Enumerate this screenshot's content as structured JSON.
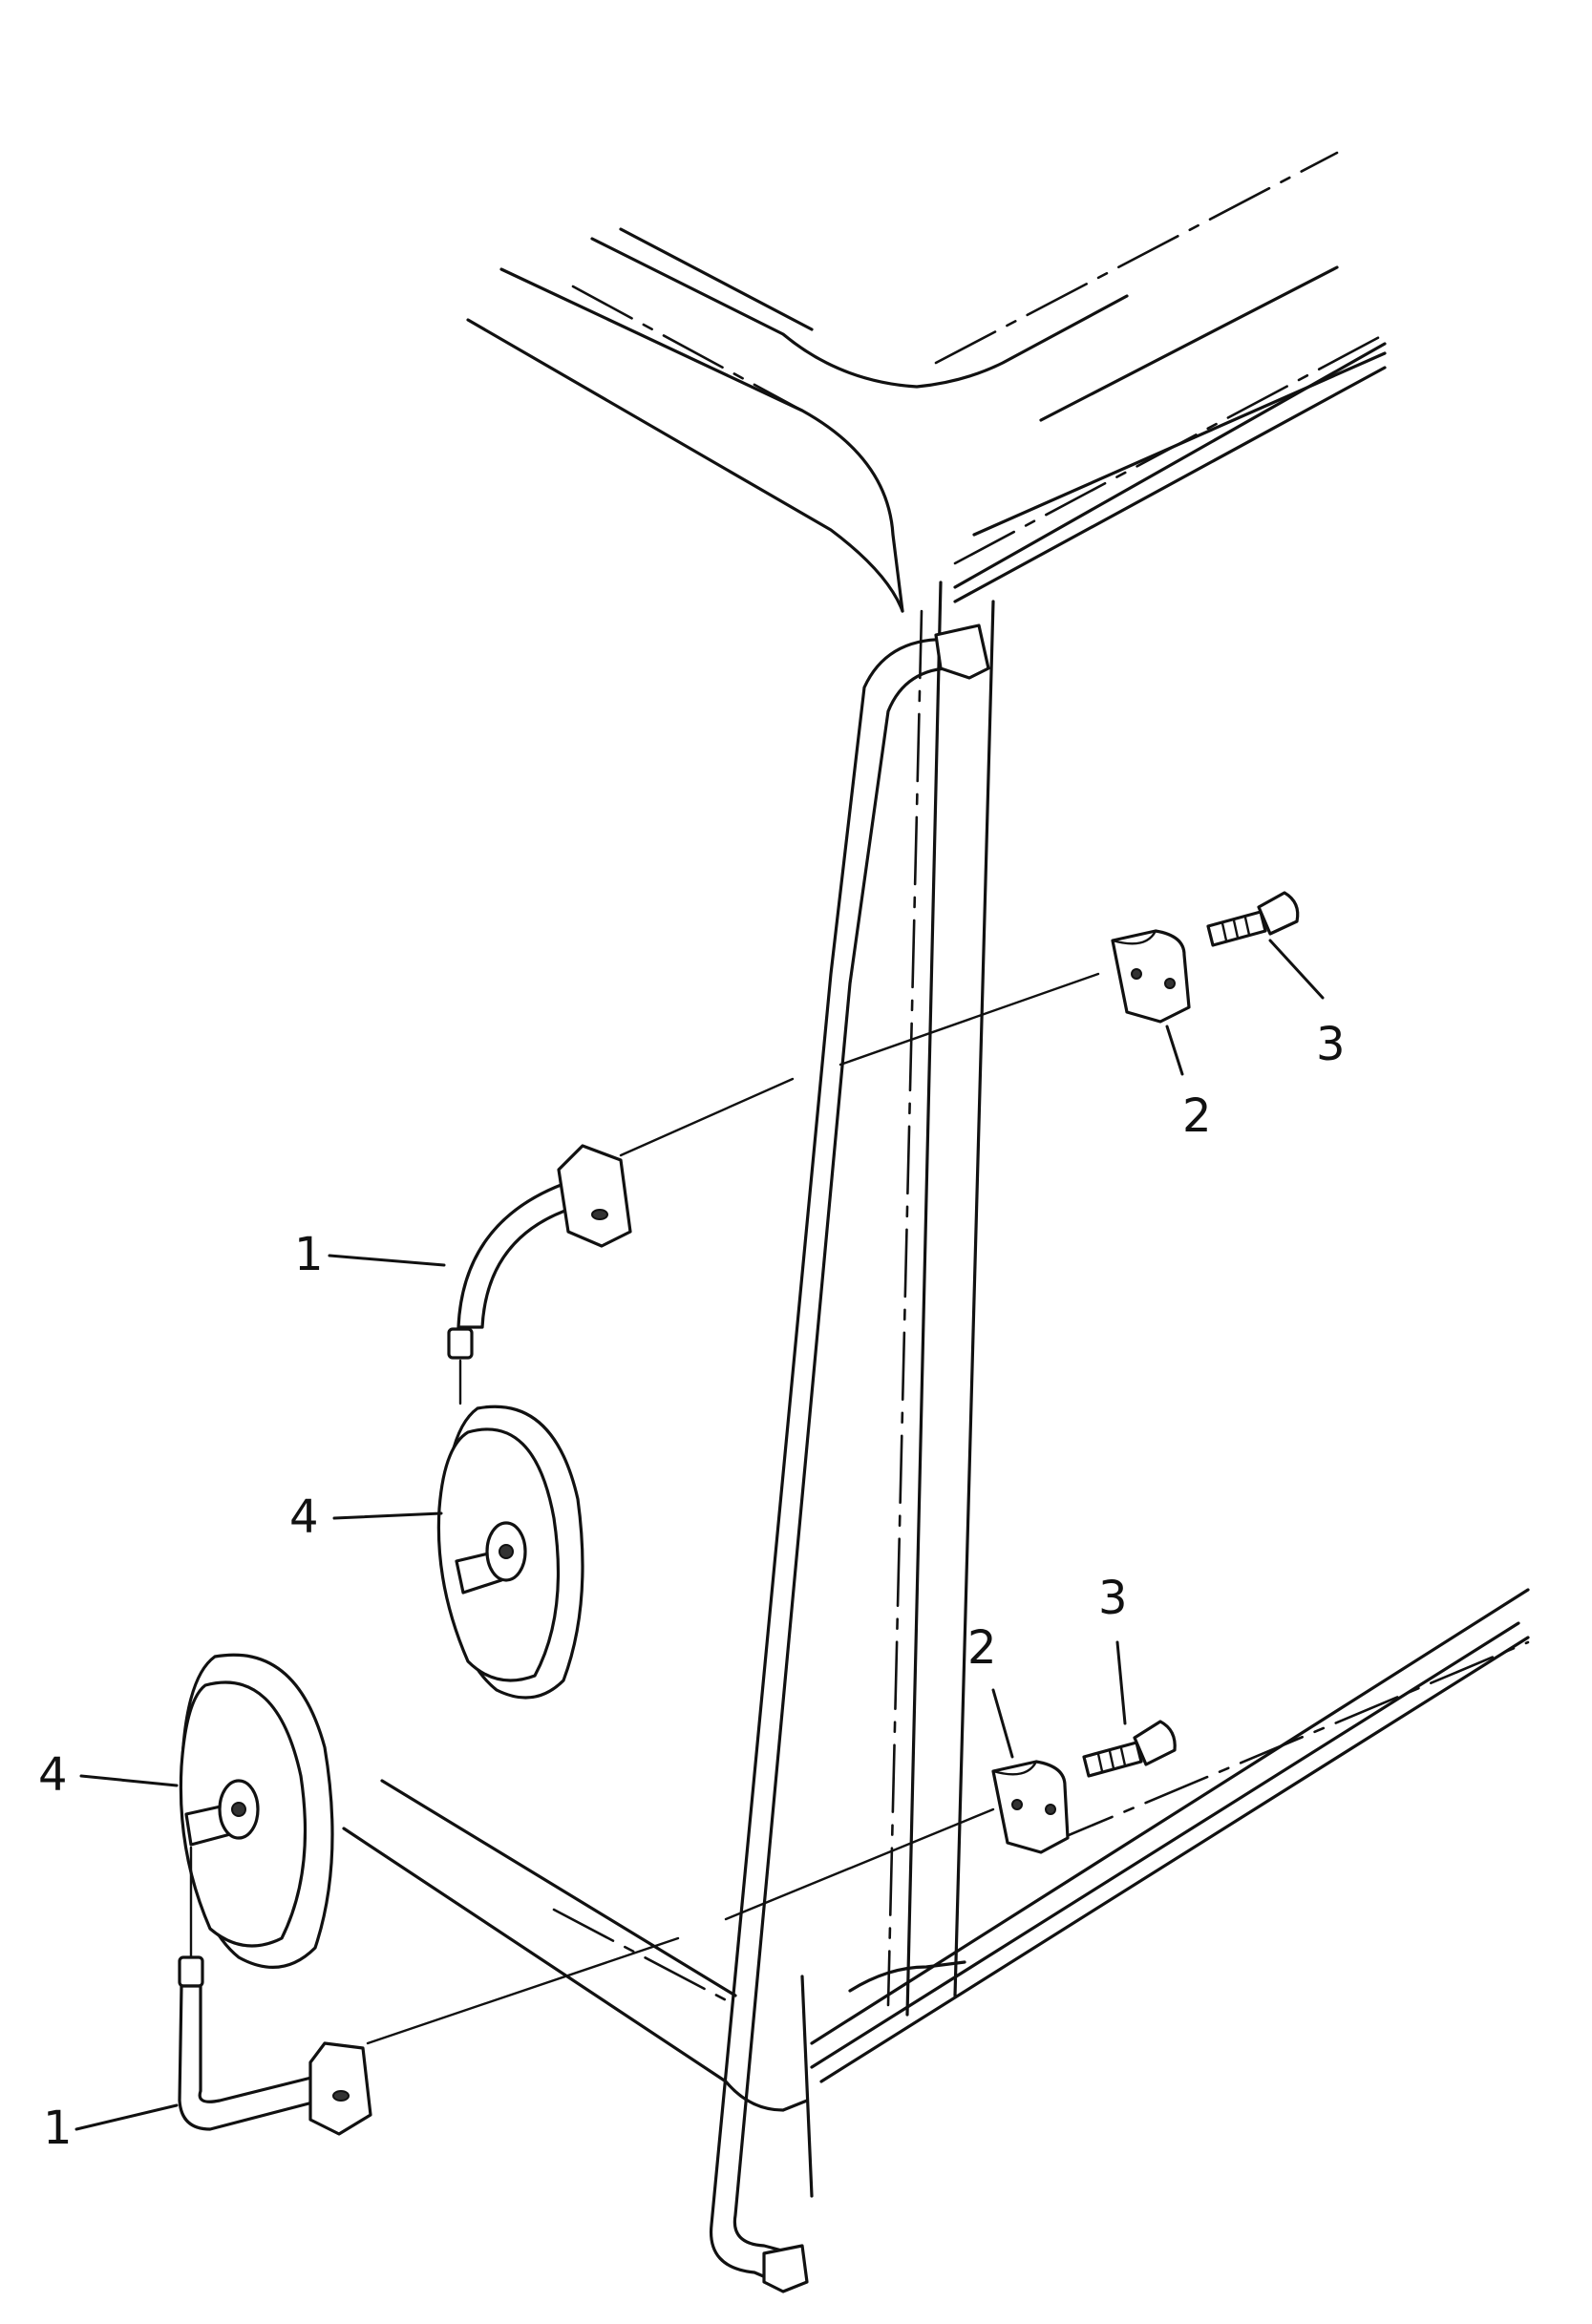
{
  "callouts": {
    "mirror_stay_upper": "1",
    "mirror_stay_lower": "1",
    "clamp_upper": "2",
    "clamp_lower": "2",
    "bolt_upper": "3",
    "bolt_lower": "3",
    "mirror_upper": "4",
    "mirror_lower": "4"
  }
}
